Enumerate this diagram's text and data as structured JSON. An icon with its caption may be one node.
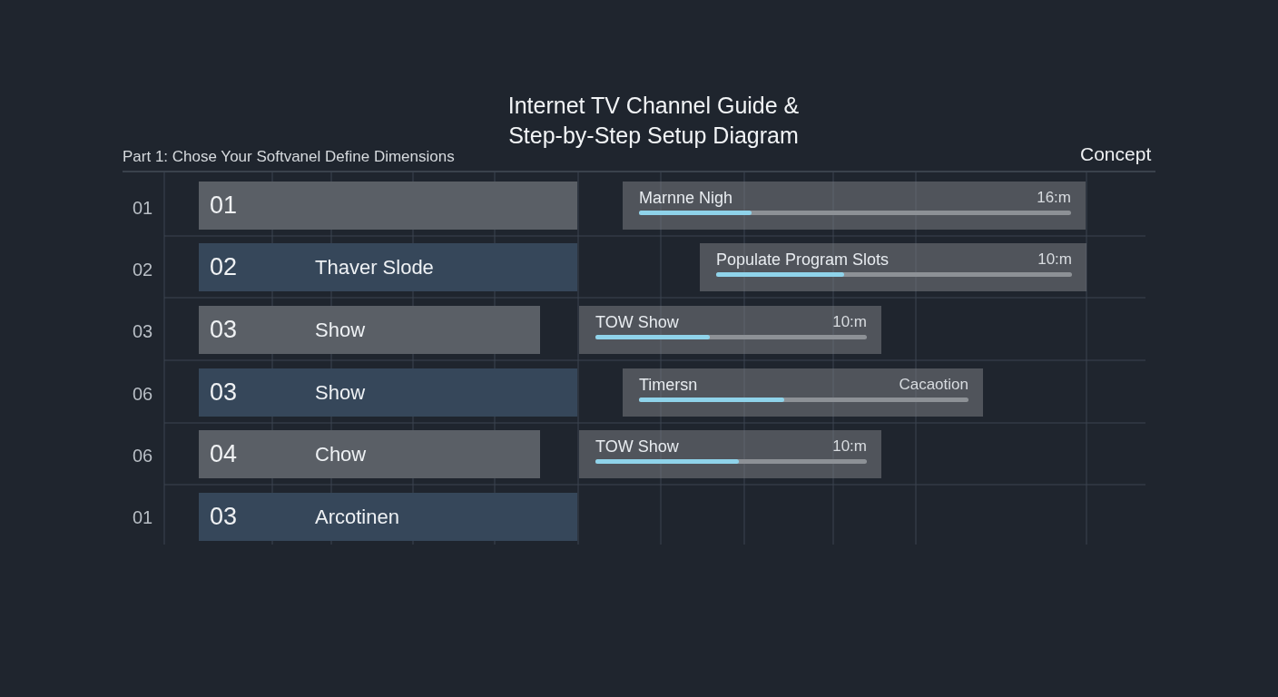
{
  "diagram": {
    "title": "Internet TV Channel Guide & Step-by-Step Setup Diagram",
    "nodes": [
      {
        "text": [
          "01"
        ]
      },
      {
        "text": [
          "Marnne Nigh",
          "16:m"
        ]
      },
      {
        "text": [
          "02",
          "Thaver Slode"
        ]
      },
      {
        "text": [
          "Populate Program Slots",
          "10:m"
        ]
      },
      {
        "text": [
          "03",
          "Show"
        ]
      },
      {
        "text": [
          "TOW Show",
          "10:m"
        ]
      },
      {
        "text": [
          "03",
          "Show"
        ]
      },
      {
        "text": [
          "Timersn",
          "Cacaotion"
        ]
      },
      {
        "text": [
          "04",
          "Chow"
        ]
      },
      {
        "text": [
          "TOW Show",
          "10:m"
        ]
      },
      {
        "text": [
          "03",
          "Arcotinen"
        ]
      }
    ],
    "labels": [
      "Part 1: Chose Your Softvanel Define Dimensions",
      "Concept",
      "01",
      "02",
      "03",
      "06",
      "06",
      "01"
    ]
  }
}
